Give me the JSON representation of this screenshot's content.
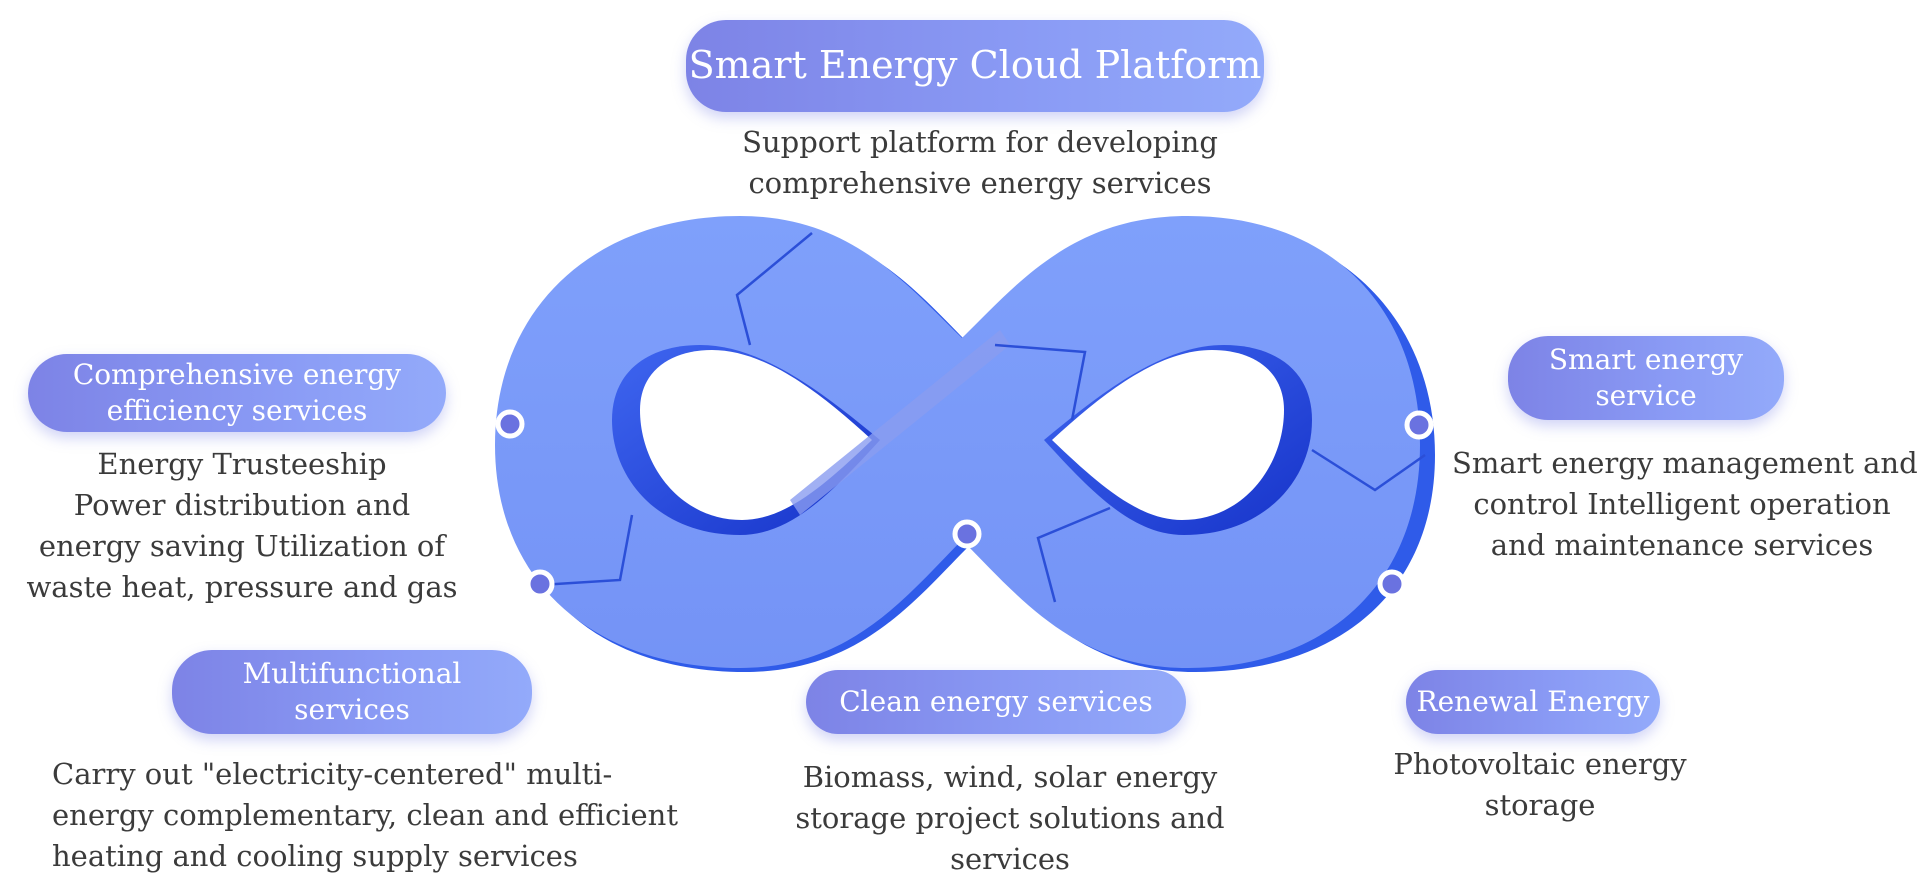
{
  "colors": {
    "pill_start": "#7d83e6",
    "pill_end": "#93aafa",
    "loop_face": "#7b9bf8",
    "loop_side": "#2f57e8",
    "loop_inner": "#1d3ed8",
    "node_fill": "#6a72e0"
  },
  "title": {
    "label": "Smart Energy Cloud Platform",
    "description": [
      "Support platform for developing",
      "comprehensive energy services"
    ]
  },
  "efficiency": {
    "label": [
      "Comprehensive energy",
      "efficiency services"
    ],
    "description": [
      "Energy Trusteeship",
      "Power distribution and",
      "energy saving Utilization of",
      "waste heat, pressure and gas"
    ]
  },
  "smart": {
    "label": [
      "Smart energy",
      "service"
    ],
    "description": [
      "Smart energy management and",
      "control Intelligent operation",
      "and maintenance services"
    ]
  },
  "multifunctional": {
    "label": [
      "Multifunctional",
      "services"
    ],
    "description": [
      "Carry out \"electricity-centered\" multi-",
      "energy complementary, clean and efficient",
      "heating and cooling supply services"
    ]
  },
  "clean": {
    "label": "Clean energy services",
    "description": [
      "Biomass, wind, solar energy",
      "storage project solutions and",
      "services"
    ]
  },
  "renewal": {
    "label": "Renewal Energy",
    "description": [
      "Photovoltaic energy",
      "storage"
    ]
  }
}
